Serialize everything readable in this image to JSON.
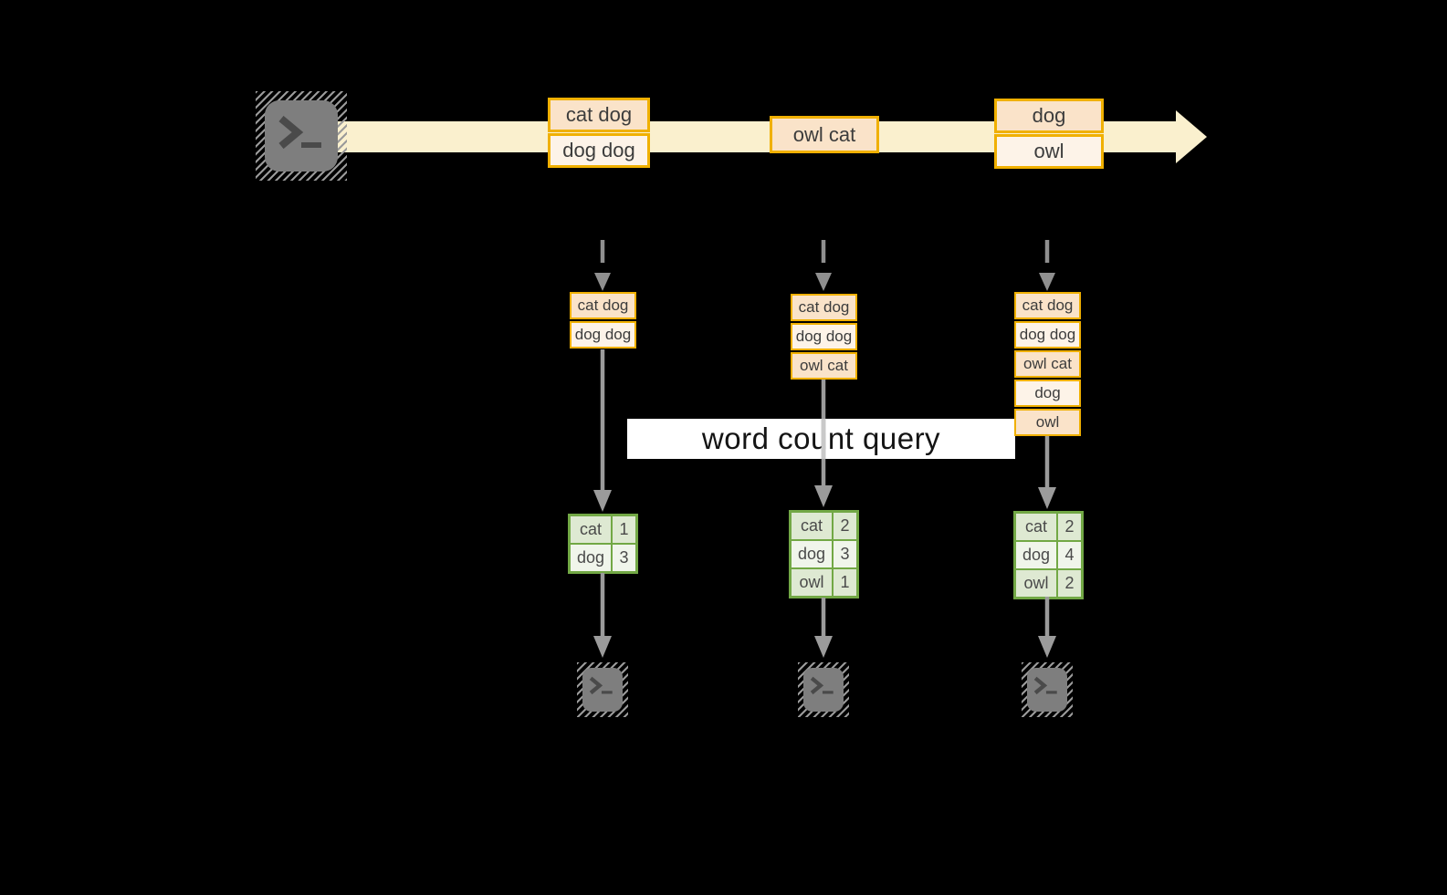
{
  "query_label": "word count query",
  "stream": {
    "source_icon": "terminal-icon",
    "batches": [
      {
        "cells": [
          "cat dog",
          "dog dog"
        ]
      },
      {
        "cells": [
          "owl cat"
        ]
      },
      {
        "cells": [
          "dog",
          "owl"
        ]
      }
    ]
  },
  "columns": [
    {
      "input_cells": [
        "cat dog",
        "dog dog"
      ],
      "counts": [
        {
          "word": "cat",
          "count": "1"
        },
        {
          "word": "dog",
          "count": "3"
        }
      ]
    },
    {
      "input_cells": [
        "cat dog",
        "dog dog",
        "owl cat"
      ],
      "counts": [
        {
          "word": "cat",
          "count": "2"
        },
        {
          "word": "dog",
          "count": "3"
        },
        {
          "word": "owl",
          "count": "1"
        }
      ]
    },
    {
      "input_cells": [
        "cat dog",
        "dog dog",
        "owl cat",
        "dog",
        "owl"
      ],
      "counts": [
        {
          "word": "cat",
          "count": "2"
        },
        {
          "word": "dog",
          "count": "4"
        },
        {
          "word": "owl",
          "count": "2"
        }
      ]
    }
  ],
  "icons": {
    "source": "terminal-icon",
    "sinks": [
      "terminal-icon",
      "terminal-icon",
      "terminal-icon"
    ],
    "prompt_glyph": ">_"
  },
  "colors": {
    "background": "#000000",
    "stream_fill": "#FAF0CE",
    "box_border": "#F0B000",
    "box_fill_dark": "#FAE3C9",
    "box_fill_light": "#FDF3E8",
    "table_border": "#72A845",
    "table_row_green": "#DEE9D2",
    "table_row_light": "#F0F5EB",
    "arrow_gray": "#9B9B9B",
    "terminal_gray": "#7E7E7E",
    "text": "#3C3C3C"
  }
}
